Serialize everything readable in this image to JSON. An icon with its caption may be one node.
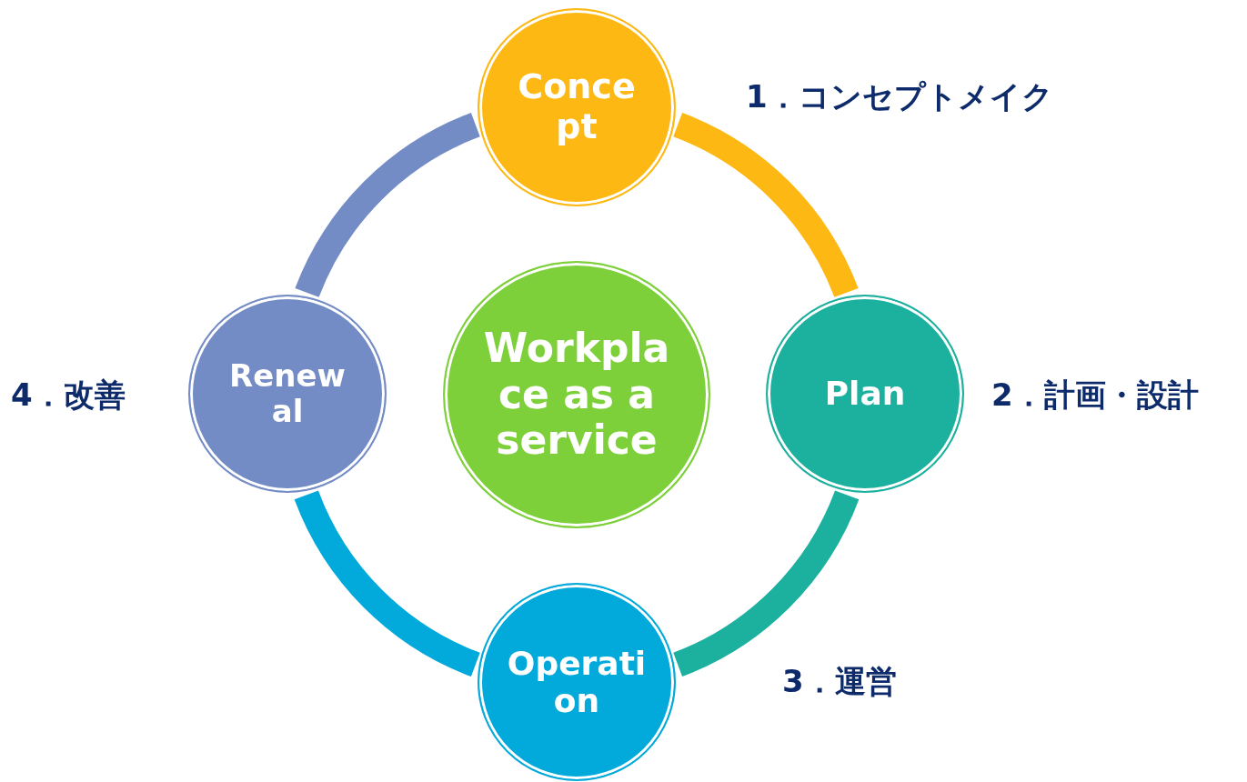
{
  "diagram": {
    "nodes": [
      {
        "text": [
          "Concept"
        ],
        "beside": [
          "1．コンセプトメイク"
        ]
      },
      {
        "text": [
          "Renewal"
        ],
        "beside": [
          "4．改善"
        ]
      },
      {
        "text": [
          "Workplace as a service"
        ]
      },
      {
        "text": [
          "Plan"
        ],
        "beside": [
          "2．計画・設計"
        ]
      },
      {
        "text": [
          "Operation"
        ],
        "beside": [
          "3．運営"
        ]
      }
    ],
    "edges": [
      {
        "from": 0,
        "to": 3,
        "arrow": "none",
        "color": "#fdb813"
      },
      {
        "from": 3,
        "to": 4,
        "arrow": "none",
        "color": "#1cb09e"
      },
      {
        "from": 4,
        "to": 1,
        "arrow": "none",
        "color": "#02a9db"
      },
      {
        "from": 1,
        "to": 0,
        "arrow": "none",
        "color": "#748cc6"
      }
    ]
  }
}
